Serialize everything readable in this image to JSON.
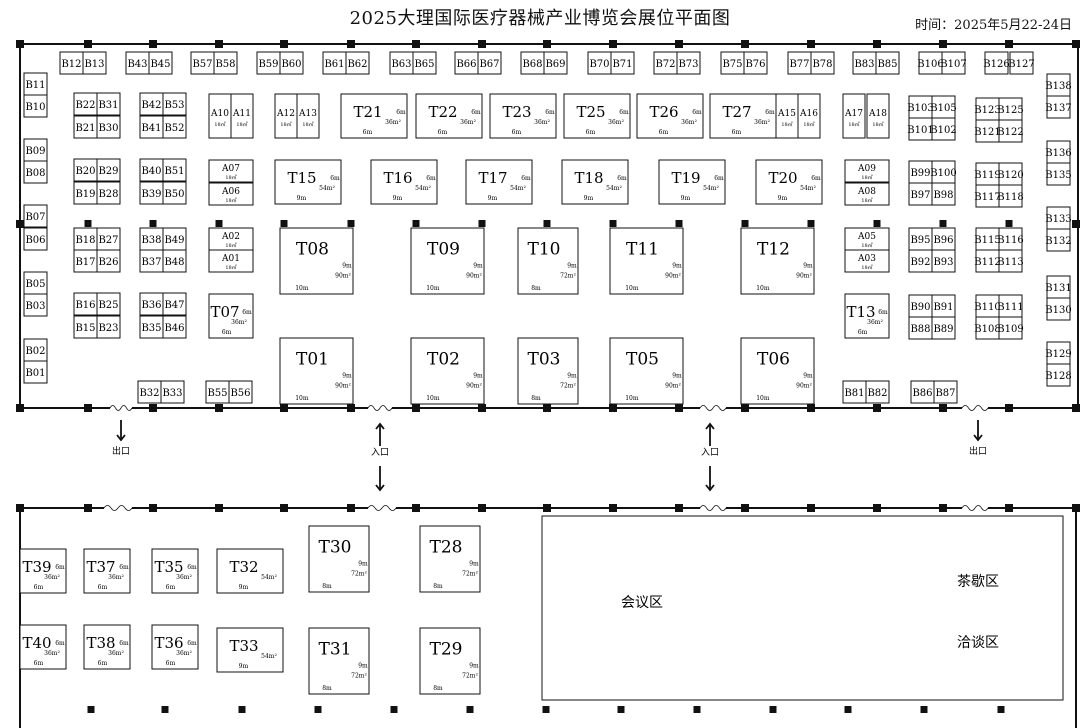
{
  "title": "2025大理国际医疗器械产业博览会展位平面图",
  "datetime": "时间：2025年5月22-24日",
  "signs": {
    "exit": "出口",
    "entrance": "入口"
  },
  "zones": {
    "meeting": "会议区",
    "tea": "茶歇区",
    "negotiation": "洽谈区"
  },
  "booths_small": [
    "B12",
    "B13",
    "B43",
    "B45",
    "B57",
    "B58",
    "B59",
    "B60",
    "B61",
    "B62",
    "B63",
    "B65",
    "B66",
    "B67",
    "B68",
    "B69",
    "B70",
    "B71",
    "B72",
    "B73",
    "B75",
    "B76",
    "B77",
    "B78",
    "B83",
    "B85",
    "B106",
    "B107",
    "B126",
    "B127",
    "B11",
    "B10",
    "B09",
    "B08",
    "B07",
    "B06",
    "B05",
    "B03",
    "B02",
    "B01",
    "B22",
    "B31",
    "B21",
    "B30",
    "B20",
    "B29",
    "B19",
    "B28",
    "B18",
    "B27",
    "B17",
    "B26",
    "B16",
    "B25",
    "B15",
    "B23",
    "B42",
    "B53",
    "B41",
    "B52",
    "B40",
    "B51",
    "B39",
    "B50",
    "B38",
    "B49",
    "B37",
    "B48",
    "B36",
    "B47",
    "B35",
    "B46",
    "B32",
    "B33",
    "B55",
    "B56",
    "B103",
    "B105",
    "B101",
    "B102",
    "B99",
    "B100",
    "B97",
    "B98",
    "B95",
    "B96",
    "B92",
    "B93",
    "B90",
    "B91",
    "B88",
    "B89",
    "B86",
    "B87",
    "B81",
    "B82",
    "B123",
    "B125",
    "B121",
    "B122",
    "B119",
    "B120",
    "B117",
    "B118",
    "B115",
    "B116",
    "B112",
    "B113",
    "B110",
    "B111",
    "B108",
    "B109",
    "B138",
    "B137",
    "B136",
    "B135",
    "B133",
    "B132",
    "B131",
    "B130",
    "B129",
    "B128"
  ],
  "booths_a": [
    "A10",
    "A11",
    "A12",
    "A13",
    "A15",
    "A16",
    "A17",
    "A18",
    "A07",
    "A06",
    "A09",
    "A08",
    "A02",
    "A01",
    "A05",
    "A03"
  ],
  "booths_a_area": "18㎡",
  "booths_t": [
    {
      "id": "T21",
      "w": "6m",
      "area": "36m²",
      "h": "6m"
    },
    {
      "id": "T22",
      "w": "6m",
      "area": "36m²",
      "h": "6m"
    },
    {
      "id": "T23",
      "w": "6m",
      "area": "36m²",
      "h": "6m"
    },
    {
      "id": "T25",
      "w": "6m",
      "area": "36m²",
      "h": "6m"
    },
    {
      "id": "T26",
      "w": "6m",
      "area": "36m²",
      "h": "6m"
    },
    {
      "id": "T27",
      "w": "6m",
      "area": "36m²",
      "h": "6m"
    },
    {
      "id": "T15",
      "w": "6m",
      "area": "54m²",
      "h": "9m"
    },
    {
      "id": "T16",
      "w": "6m",
      "area": "54m²",
      "h": "9m"
    },
    {
      "id": "T17",
      "w": "6m",
      "area": "54m²",
      "h": "9m"
    },
    {
      "id": "T18",
      "w": "6m",
      "area": "54m²",
      "h": "9m"
    },
    {
      "id": "T19",
      "w": "6m",
      "area": "54m²",
      "h": "9m"
    },
    {
      "id": "T20",
      "w": "6m",
      "area": "54m²",
      "h": "9m"
    },
    {
      "id": "T08",
      "w": "9m",
      "area": "90m²",
      "h": "10m"
    },
    {
      "id": "T09",
      "w": "9m",
      "area": "90m²",
      "h": "10m"
    },
    {
      "id": "T10",
      "w": "9m",
      "area": "72m²",
      "h": "8m"
    },
    {
      "id": "T11",
      "w": "9m",
      "area": "90m²",
      "h": "10m"
    },
    {
      "id": "T12",
      "w": "9m",
      "area": "90m²",
      "h": "10m"
    },
    {
      "id": "T07",
      "w": "6m",
      "area": "36m²",
      "h": "6m"
    },
    {
      "id": "T13",
      "w": "6m",
      "area": "36m²",
      "h": "6m"
    },
    {
      "id": "T01",
      "w": "9m",
      "area": "90m²",
      "h": "10m"
    },
    {
      "id": "T02",
      "w": "9m",
      "area": "90m²",
      "h": "10m"
    },
    {
      "id": "T03",
      "w": "9m",
      "area": "72m²",
      "h": "8m"
    },
    {
      "id": "T05",
      "w": "9m",
      "area": "90m²",
      "h": "10m"
    },
    {
      "id": "T06",
      "w": "9m",
      "area": "90m²",
      "h": "10m"
    },
    {
      "id": "T39",
      "w": "6m",
      "area": "36m²",
      "h": "6m"
    },
    {
      "id": "T37",
      "w": "6m",
      "area": "36m²",
      "h": "6m"
    },
    {
      "id": "T35",
      "w": "6m",
      "area": "36m²",
      "h": "6m"
    },
    {
      "id": "T32",
      "w": "",
      "area": "54m²",
      "h": "9m"
    },
    {
      "id": "T30",
      "w": "9m",
      "area": "72m²",
      "h": "8m"
    },
    {
      "id": "T28",
      "w": "9m",
      "area": "72m²",
      "h": "8m"
    },
    {
      "id": "T40",
      "w": "6m",
      "area": "36m²",
      "h": "6m"
    },
    {
      "id": "T38",
      "w": "6m",
      "area": "36m²",
      "h": "6m"
    },
    {
      "id": "T36",
      "w": "6m",
      "area": "36m²",
      "h": "6m"
    },
    {
      "id": "T33",
      "w": "",
      "area": "54m²",
      "h": "9m"
    },
    {
      "id": "T31",
      "w": "9m",
      "area": "72m²",
      "h": "8m"
    },
    {
      "id": "T29",
      "w": "9m",
      "area": "72m²",
      "h": "8m"
    }
  ]
}
